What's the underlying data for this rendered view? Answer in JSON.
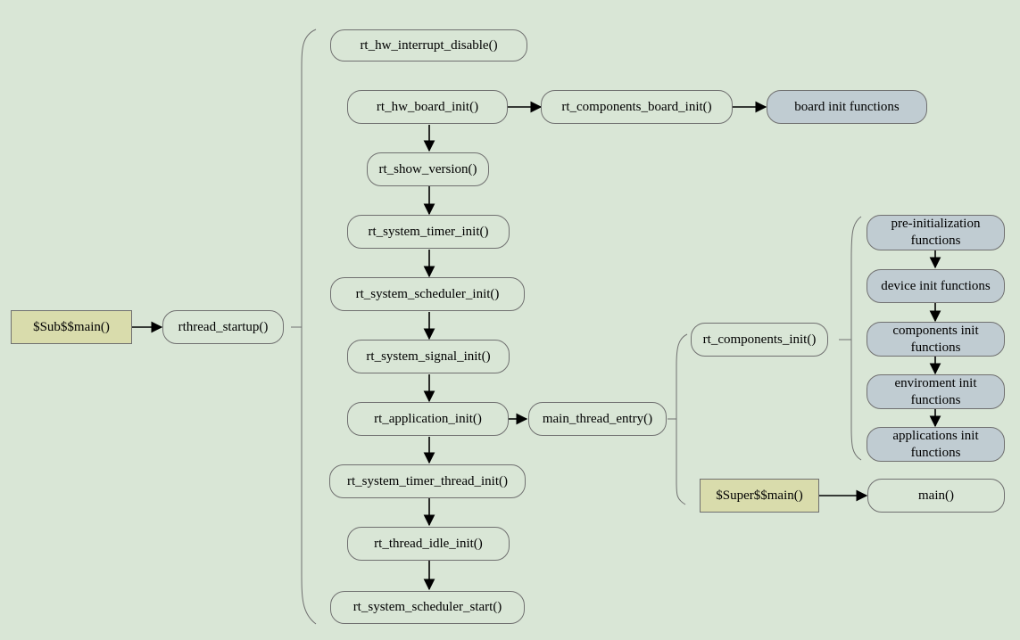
{
  "nodes": {
    "sub_main": "$Sub$$main()",
    "rthread_startup": "rthread_startup()",
    "hw_interrupt_disable": "rt_hw_interrupt_disable()",
    "hw_board_init": "rt_hw_board_init()",
    "components_board_init": "rt_components_board_init()",
    "board_init_functions": "board init functions",
    "show_version": "rt_show_version()",
    "system_timer_init": "rt_system_timer_init()",
    "system_scheduler_init": "rt_system_scheduler_init()",
    "system_signal_init": "rt_system_signal_init()",
    "application_init": "rt_application_init()",
    "main_thread_entry": "main_thread_entry()",
    "system_timer_thread_init": "rt_system_timer_thread_init()",
    "thread_idle_init": "rt_thread_idle_init()",
    "system_scheduler_start": "rt_system_scheduler_start()",
    "components_init": "rt_components_init()",
    "pre_init_functions": "pre-initialization functions",
    "device_init_functions": "device init functions",
    "components_init_functions": "components init functions",
    "enviroment_init_functions": "enviroment init functions",
    "applications_init_functions": "applications init functions",
    "super_main": "$Super$$main()",
    "main": "main()"
  },
  "colors": {
    "background": "#d9e6d6",
    "node_fill": "#d9e6d6",
    "gray_fill": "#c0ccd2",
    "highlight_fill": "#d9dcac",
    "border": "#707070",
    "arrow": "#000000"
  }
}
